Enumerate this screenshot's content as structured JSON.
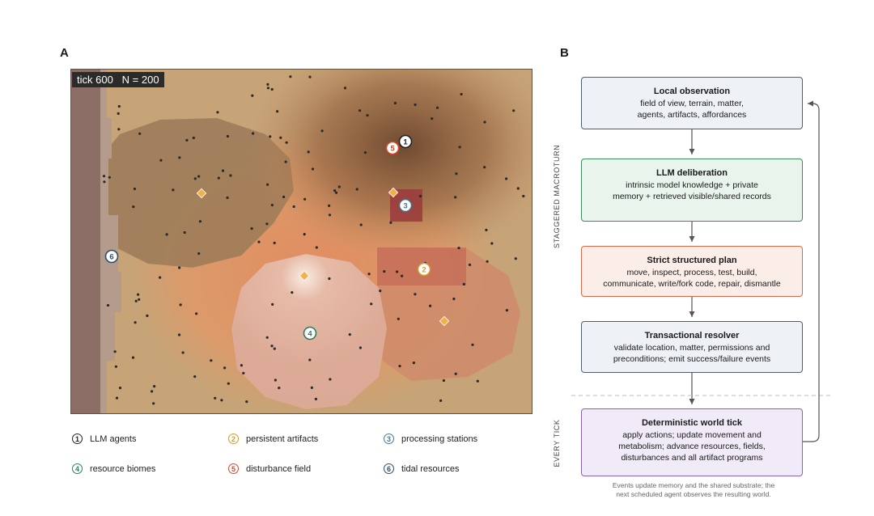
{
  "panel_a": {
    "label": "A",
    "hud": {
      "tick_label": "tick",
      "tick_value": "600",
      "n_label": "N = 200"
    },
    "markers": [
      {
        "number": "1",
        "color": "#222222"
      },
      {
        "number": "5",
        "color": "#d9472b"
      },
      {
        "number": "3",
        "color": "#4a6f8a"
      },
      {
        "number": "2",
        "color": "#d69a2e"
      },
      {
        "number": "6",
        "color": "#2f4d6b"
      },
      {
        "number": "4",
        "color": "#2e7d5b"
      }
    ],
    "legend": [
      {
        "number": "1",
        "label": "LLM agents",
        "color": "#222222"
      },
      {
        "number": "2",
        "label": "persistent artifacts",
        "color": "#d69a2e"
      },
      {
        "number": "3",
        "label": "processing stations",
        "color": "#4a7a8a"
      },
      {
        "number": "4",
        "label": "resource biomes",
        "color": "#2e7d5b"
      },
      {
        "number": "5",
        "label": "disturbance field",
        "color": "#d9472b"
      },
      {
        "number": "6",
        "label": "tidal resources",
        "color": "#2f4d6b"
      }
    ]
  },
  "panel_b": {
    "label": "B",
    "side_labels": {
      "top": "STAGGERED MACROTURN",
      "bottom": "EVERY TICK"
    },
    "steps": [
      {
        "title": "Local observation",
        "lines": [
          "field of view, terrain, matter,",
          "agents, artifacts, affordances"
        ],
        "border": "#4f5d6e",
        "fill": "#eef2f6"
      },
      {
        "title": "LLM deliberation",
        "lines": [
          "intrinsic model knowledge + private",
          "memory + retrieved visible/shared records"
        ],
        "border": "#3f8a5f",
        "fill": "#e8f4ec"
      },
      {
        "title": "Strict structured plan",
        "lines": [
          "move, inspect, process, test, build,",
          "communicate, write/fork code, repair, dismantle"
        ],
        "border": "#d9694a",
        "fill": "#fbeee9"
      },
      {
        "title": "Transactional resolver",
        "lines": [
          "validate location, matter, permissions and",
          "preconditions; emit success/failure events"
        ],
        "border": "#4f5d6e",
        "fill": "#eef2f6"
      },
      {
        "title": "Deterministic world tick",
        "lines": [
          "apply actions; update movement and",
          "metabolism; advance resources, fields,",
          "disturbances and all artifact programs"
        ],
        "border": "#8a62b3",
        "fill": "#f1eaf8"
      }
    ],
    "footnote": [
      "Events update memory and the shared substrate; the",
      "next scheduled agent observes the resulting world."
    ]
  }
}
